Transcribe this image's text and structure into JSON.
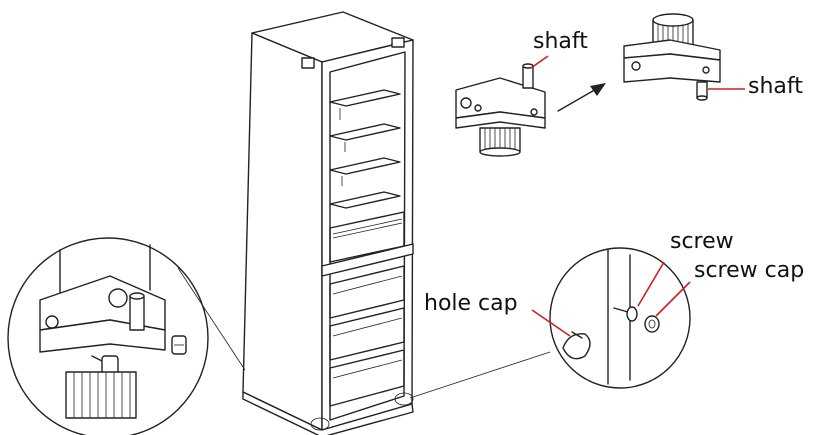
{
  "labels": {
    "shaft_top": "shaft",
    "shaft_right": "shaft",
    "screw": "screw",
    "screw_cap": "screw cap",
    "hole_cap": "hole cap"
  },
  "colors": {
    "line": "#222222",
    "leader": "#d21e1e",
    "background": "#ffffff"
  }
}
